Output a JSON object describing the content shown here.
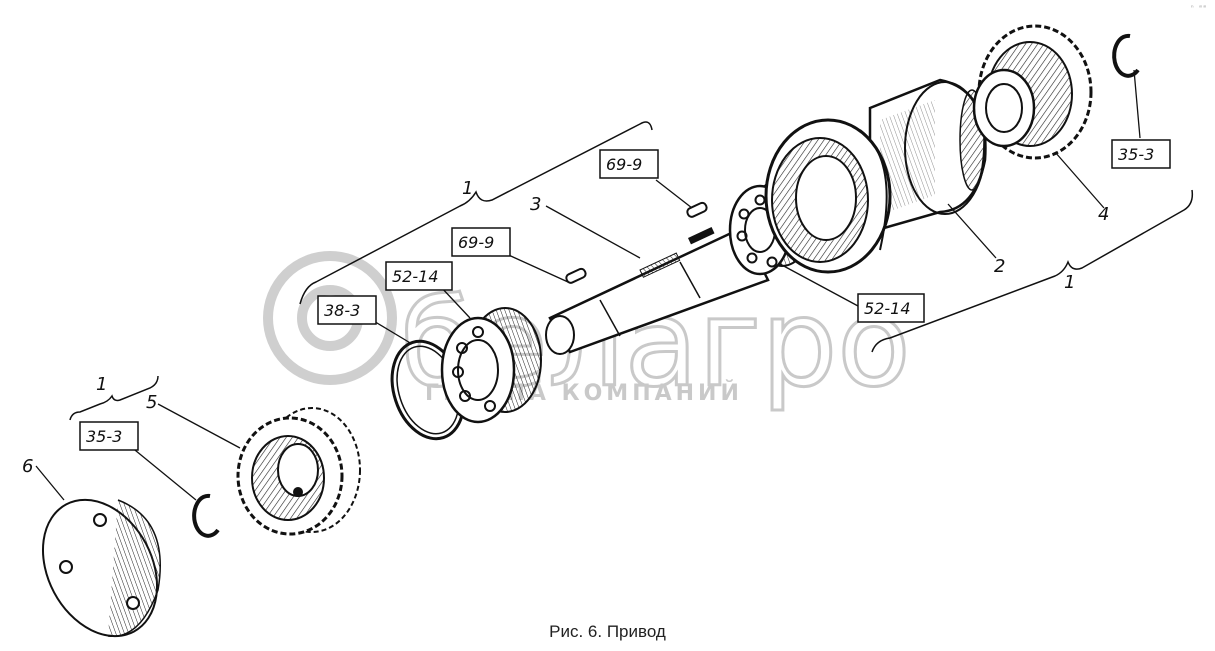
{
  "caption": "Рис. 6. Привод",
  "watermark": {
    "brand": "белагро",
    "subtitle": "ГРУППА КОМПАНИЙ"
  },
  "corner_mark": "ⁿ ᵐᵐ",
  "part_numbers": {
    "bracket_top": "1",
    "bracket_right": "1",
    "bracket_left": "1",
    "housing": "2",
    "shaft": "3",
    "gear_large": "4",
    "gear_small": "5",
    "cover": "6"
  },
  "reference_boxes": {
    "ring_right": "35-3",
    "ring_left": "35-3",
    "key_upper": "69-9",
    "key_lower": "69-9",
    "bearing_left": "52-14",
    "bearing_right": "52-14",
    "circlip": "38-3"
  },
  "colors": {
    "ink": "#111111",
    "watermark": "#c9c9c9",
    "background": "#ffffff"
  }
}
